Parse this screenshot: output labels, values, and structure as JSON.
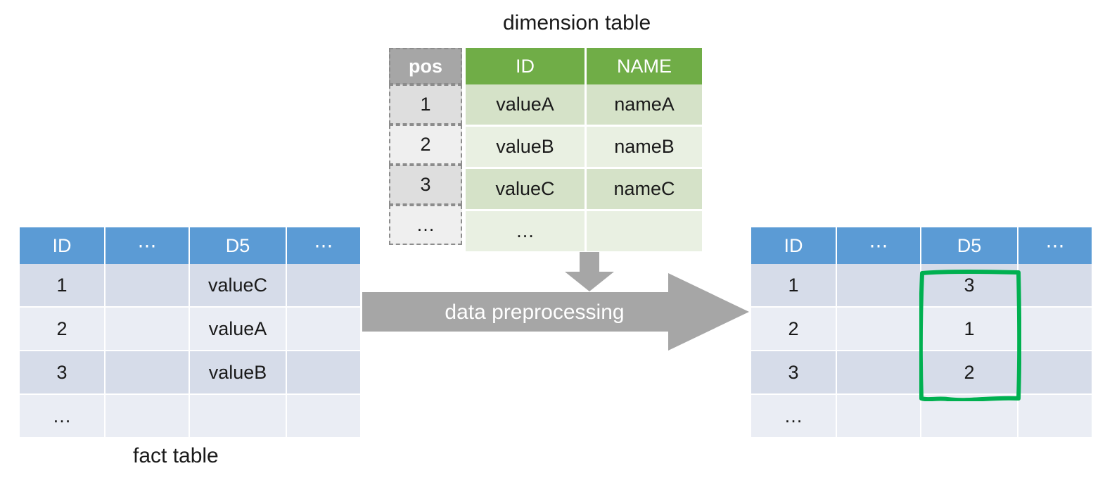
{
  "captions": {
    "dimension_table": "dimension table",
    "fact_table": "fact table"
  },
  "arrow": {
    "label": "data preprocessing",
    "right_arrow_icon": "arrow-right-icon",
    "down_arrow_icon": "arrow-down-icon",
    "color": "#A6A6A6"
  },
  "colors": {
    "fact_header": "#5B9BD5",
    "fact_row_dark": "#D6DCE9",
    "fact_row_light": "#EAEDF4",
    "dim_header": "#70AD47",
    "dim_row_dark": "#D5E2C8",
    "dim_row_light": "#E9F0E2",
    "pos_header": "#A6A6A6",
    "pos_row_dark": "#DEDEDE",
    "pos_row_light": "#EFEFEF",
    "highlight": "#00B050",
    "text": "#1A1A1A"
  },
  "fact_table_before": {
    "headers": [
      "ID",
      "⋯",
      "D5",
      "⋯"
    ],
    "rows": [
      [
        "1",
        "",
        "valueC",
        ""
      ],
      [
        "2",
        "",
        "valueA",
        ""
      ],
      [
        "3",
        "",
        "valueB",
        ""
      ],
      [
        "…",
        "",
        "",
        ""
      ]
    ]
  },
  "fact_table_after": {
    "headers": [
      "ID",
      "⋯",
      "D5",
      "⋯"
    ],
    "rows": [
      [
        "1",
        "",
        "3",
        ""
      ],
      [
        "2",
        "",
        "1",
        ""
      ],
      [
        "3",
        "",
        "2",
        ""
      ],
      [
        "…",
        "",
        "",
        ""
      ]
    ],
    "highlighted_column": "D5"
  },
  "dimension_table": {
    "pos_header": "pos",
    "headers": [
      "ID",
      "NAME"
    ],
    "rows": [
      {
        "pos": "1",
        "ID": "valueA",
        "NAME": "nameA"
      },
      {
        "pos": "2",
        "ID": "valueB",
        "NAME": "nameB"
      },
      {
        "pos": "3",
        "ID": "valueC",
        "NAME": "nameC"
      },
      {
        "pos": "…",
        "ID": "…",
        "NAME": ""
      }
    ]
  }
}
